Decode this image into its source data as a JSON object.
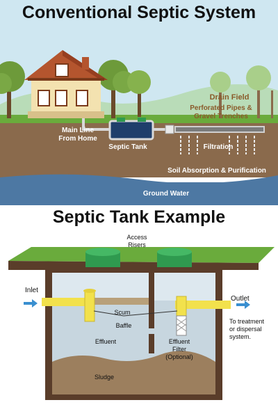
{
  "top": {
    "title": "Conventional Septic System",
    "labels": {
      "drain_field": "Drain Field",
      "perforated_line1": "Perforated Pipes &",
      "perforated_line2": "Gravel Trenches",
      "main_line1": "Main Line",
      "main_line2": "From Home",
      "septic_tank": "Septic Tank",
      "filtration": "Filtration",
      "soil_absorption": "Soil Absorption & Purification",
      "ground_water": "Ground Water"
    }
  },
  "bottom": {
    "title": "Septic Tank Example",
    "labels": {
      "access_line1": "Access",
      "access_line2": "Risers",
      "inlet": "Inlet",
      "outlet": "Outlet",
      "scum": "Scum",
      "baffle": "Baffle",
      "effluent": "Effluent",
      "effluent_filter1": "Effluent",
      "effluent_filter2": "Filter",
      "effluent_filter3": "(Optional)",
      "sludge": "Sludge",
      "treatment1": "To treatment",
      "treatment2": "or dispersal",
      "treatment3": "system."
    }
  },
  "colors": {
    "sky": "#c9e4ef",
    "grass": "#6aab3c",
    "soil": "#8a6a4c",
    "ground_water": "#4d78a3",
    "tank_wall": "#5a3d2a",
    "tank_liquid": "#d9e6ee",
    "pipe": "#f2e14c",
    "riser": "#2f9a4f"
  }
}
